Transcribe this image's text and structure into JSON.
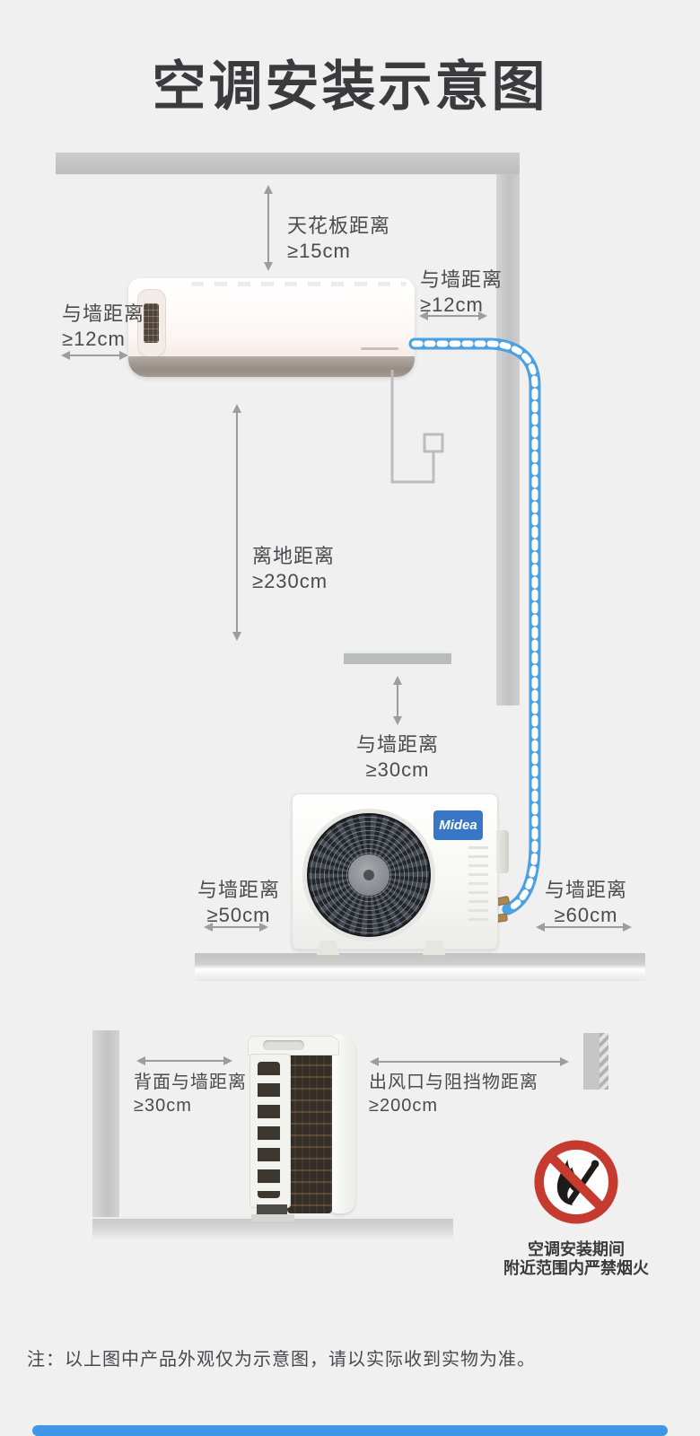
{
  "title": "空调安装示意图",
  "labels": {
    "ceiling": {
      "name": "天花板距离",
      "value": "≥15cm"
    },
    "indoor_left_wall": {
      "name": "与墙距离",
      "value": "≥12cm"
    },
    "indoor_right_wall": {
      "name": "与墙距离",
      "value": "≥12cm"
    },
    "indoor_floor": {
      "name": "离地距离",
      "value": "≥230cm"
    },
    "outdoor_top_wall": {
      "name": "与墙距离",
      "value": "≥30cm"
    },
    "outdoor_left_wall": {
      "name": "与墙距离",
      "value": "≥50cm"
    },
    "outdoor_right_wall": {
      "name": "与墙距离",
      "value": "≥60cm"
    },
    "side_back_wall": {
      "name": "背面与墙距离",
      "value": "≥30cm"
    },
    "side_outlet": {
      "name": "出风口与阻挡物距离",
      "value": "≥200cm"
    }
  },
  "warning": {
    "line1": "空调安装期间",
    "line2": "附近范围内严禁烟火"
  },
  "brand": "Midea",
  "note": "注：以上图中产品外观仅为示意图，请以实际收到实物为准。",
  "colors": {
    "background": "#f0f0f0",
    "structure_gray": "#c6c6c6",
    "arrow_gray": "#9d9d9d",
    "label_text": "#4b4b4d",
    "pipe_blue": "#4da0e2",
    "warning_red": "#c63b2f",
    "brand_blue": "#3777c6",
    "bottom_bar_blue": "#3e97e5"
  }
}
